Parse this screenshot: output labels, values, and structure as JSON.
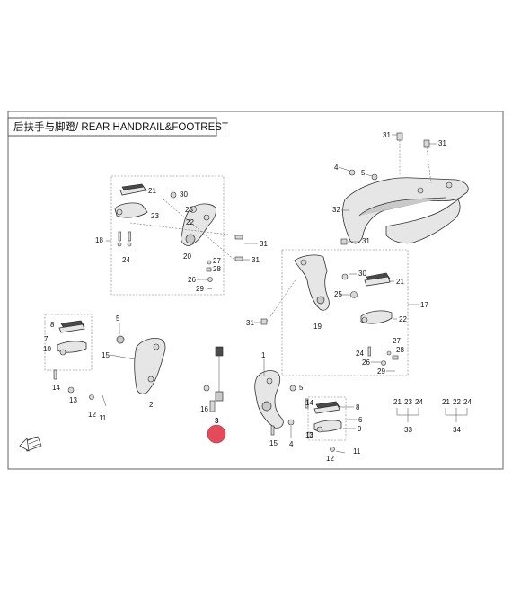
{
  "title": "后扶手与脚蹬/ REAR HANDRAIL&FOOTREST",
  "callouts": {
    "c1": "1",
    "c2": "2",
    "c3": "3",
    "c4a": "4",
    "c4b": "4",
    "c5a": "5",
    "c5b": "5",
    "c6": "6",
    "c7": "7",
    "c8a": "8",
    "c8b": "8",
    "c9": "9",
    "c10": "10",
    "c11a": "11",
    "c11b": "11",
    "c12a": "12",
    "c12b": "12",
    "c13a": "13",
    "c13b": "13",
    "c14a": "14",
    "c14b": "14",
    "c15a": "15",
    "c15b": "15",
    "c16": "16",
    "c17": "17",
    "c18": "18",
    "c19": "19",
    "c20": "20",
    "c21a": "21",
    "c21b": "21",
    "c22": "22",
    "c23": "23",
    "c24a": "24",
    "c24b": "24",
    "c25a": "25",
    "c25b": "25",
    "c26a": "26",
    "c26b": "26",
    "c27a": "27",
    "c27b": "27",
    "c28a": "28",
    "c28b": "28",
    "c29a": "29",
    "c29b": "29",
    "c30a": "30",
    "c30b": "30",
    "c31a": "31",
    "c31b": "31",
    "c31c": "31",
    "c31d": "31",
    "c31e": "31",
    "c32": "32"
  },
  "kits": {
    "k33": {
      "items": [
        "21",
        "23",
        "24"
      ],
      "number": "33"
    },
    "k34": {
      "items": [
        "21",
        "22",
        "24"
      ],
      "number": "34"
    }
  },
  "highlight_color": "#e34b5a"
}
